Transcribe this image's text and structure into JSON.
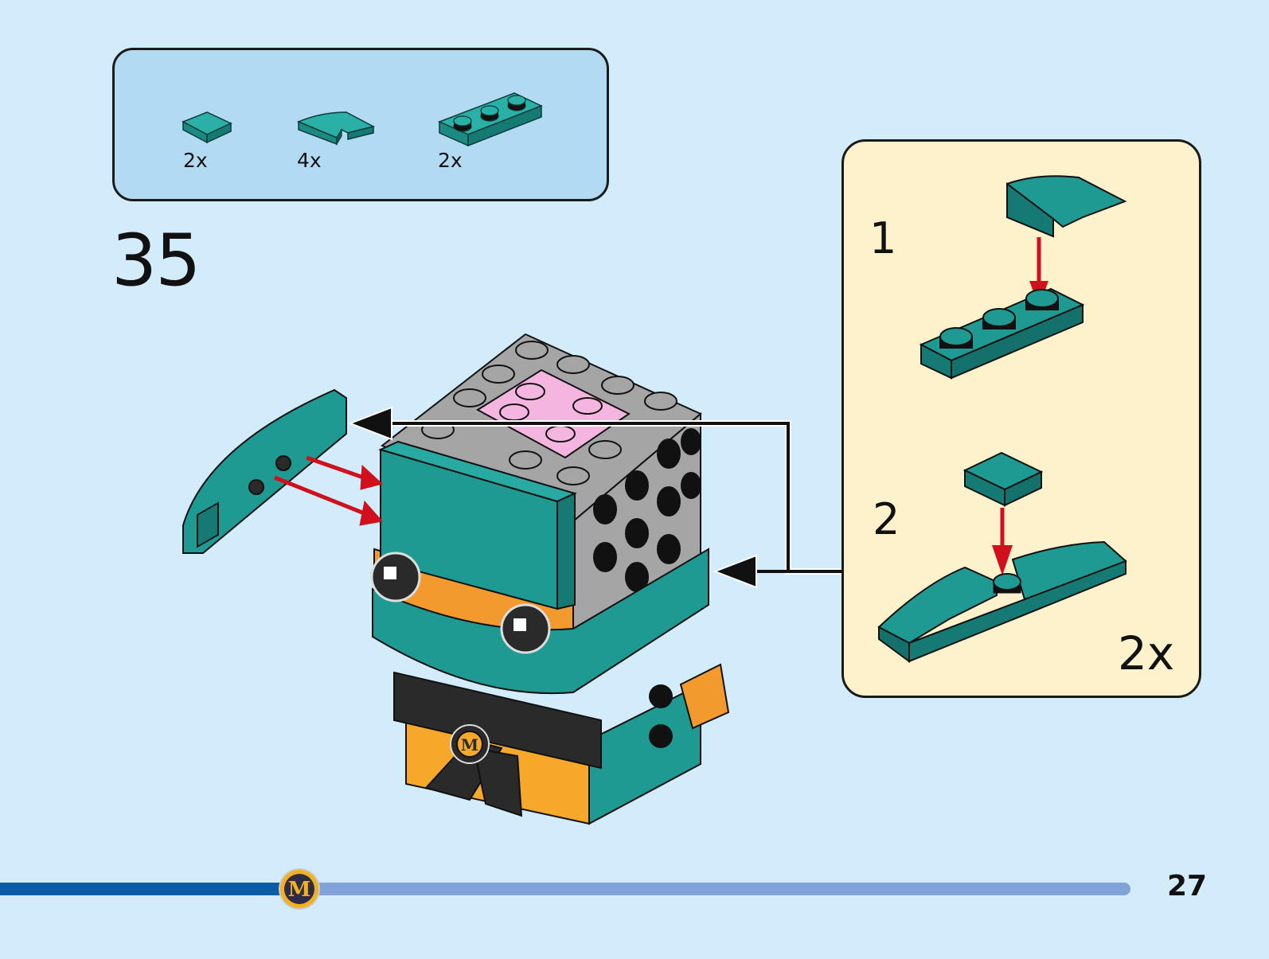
{
  "page": {
    "step_number": "35",
    "page_number": "27",
    "progress_fraction": 0.265,
    "colors": {
      "background": "#d3ecfc",
      "parts_panel": "#b3daf3",
      "subassembly_panel": "#fdf2cc",
      "brick_teal": "#1f9a93",
      "brick_grey": "#a5a5a5",
      "brick_pink": "#f4b6e0",
      "brick_orange": "#f39a2e",
      "brick_black": "#2a2a2a",
      "arrow_red": "#d0101c",
      "progress_done": "#0a5ba8",
      "progress_remaining": "#82a3d9"
    }
  },
  "parts_list": [
    {
      "icon": "tile-1x1-teal-icon",
      "quantity": "2x"
    },
    {
      "icon": "curved-slope-2x1-teal-icon",
      "quantity": "4x"
    },
    {
      "icon": "plate-1x3-teal-icon",
      "quantity": "2x"
    }
  ],
  "subassembly": {
    "steps": [
      {
        "number": "1"
      },
      {
        "number": "2"
      }
    ],
    "multiplier": "2x"
  }
}
